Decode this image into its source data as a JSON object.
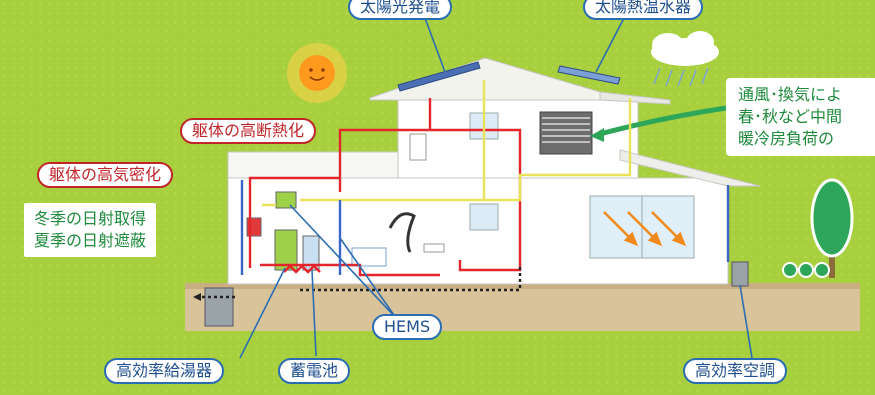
{
  "labels": {
    "solar_pv": "太陽光発電",
    "solar_heater": "太陽熱温水器",
    "insulation": "躯体の高断熱化",
    "airtightness": "躯体の高気密化",
    "sunlight_line1": "冬季の日射取得",
    "sunlight_line2": "夏季の日射遮蔽",
    "ventilation_line1": "通風･換気によ",
    "ventilation_line2": "春･秋など中間",
    "ventilation_line3": "暖冷房負荷の",
    "hems": "HEMS",
    "water_heater": "高効率給湯器",
    "battery": "蓄電池",
    "aircon": "高効率空調"
  },
  "colors": {
    "background": "#a8cf3e",
    "label_blue": "#2a6db3",
    "label_red": "#c0252a",
    "label_green_text": "#1e8a3b",
    "wiring_red": "#e3262b",
    "wiring_blue": "#3a64c8",
    "wiring_yellow": "#e9e35a"
  }
}
